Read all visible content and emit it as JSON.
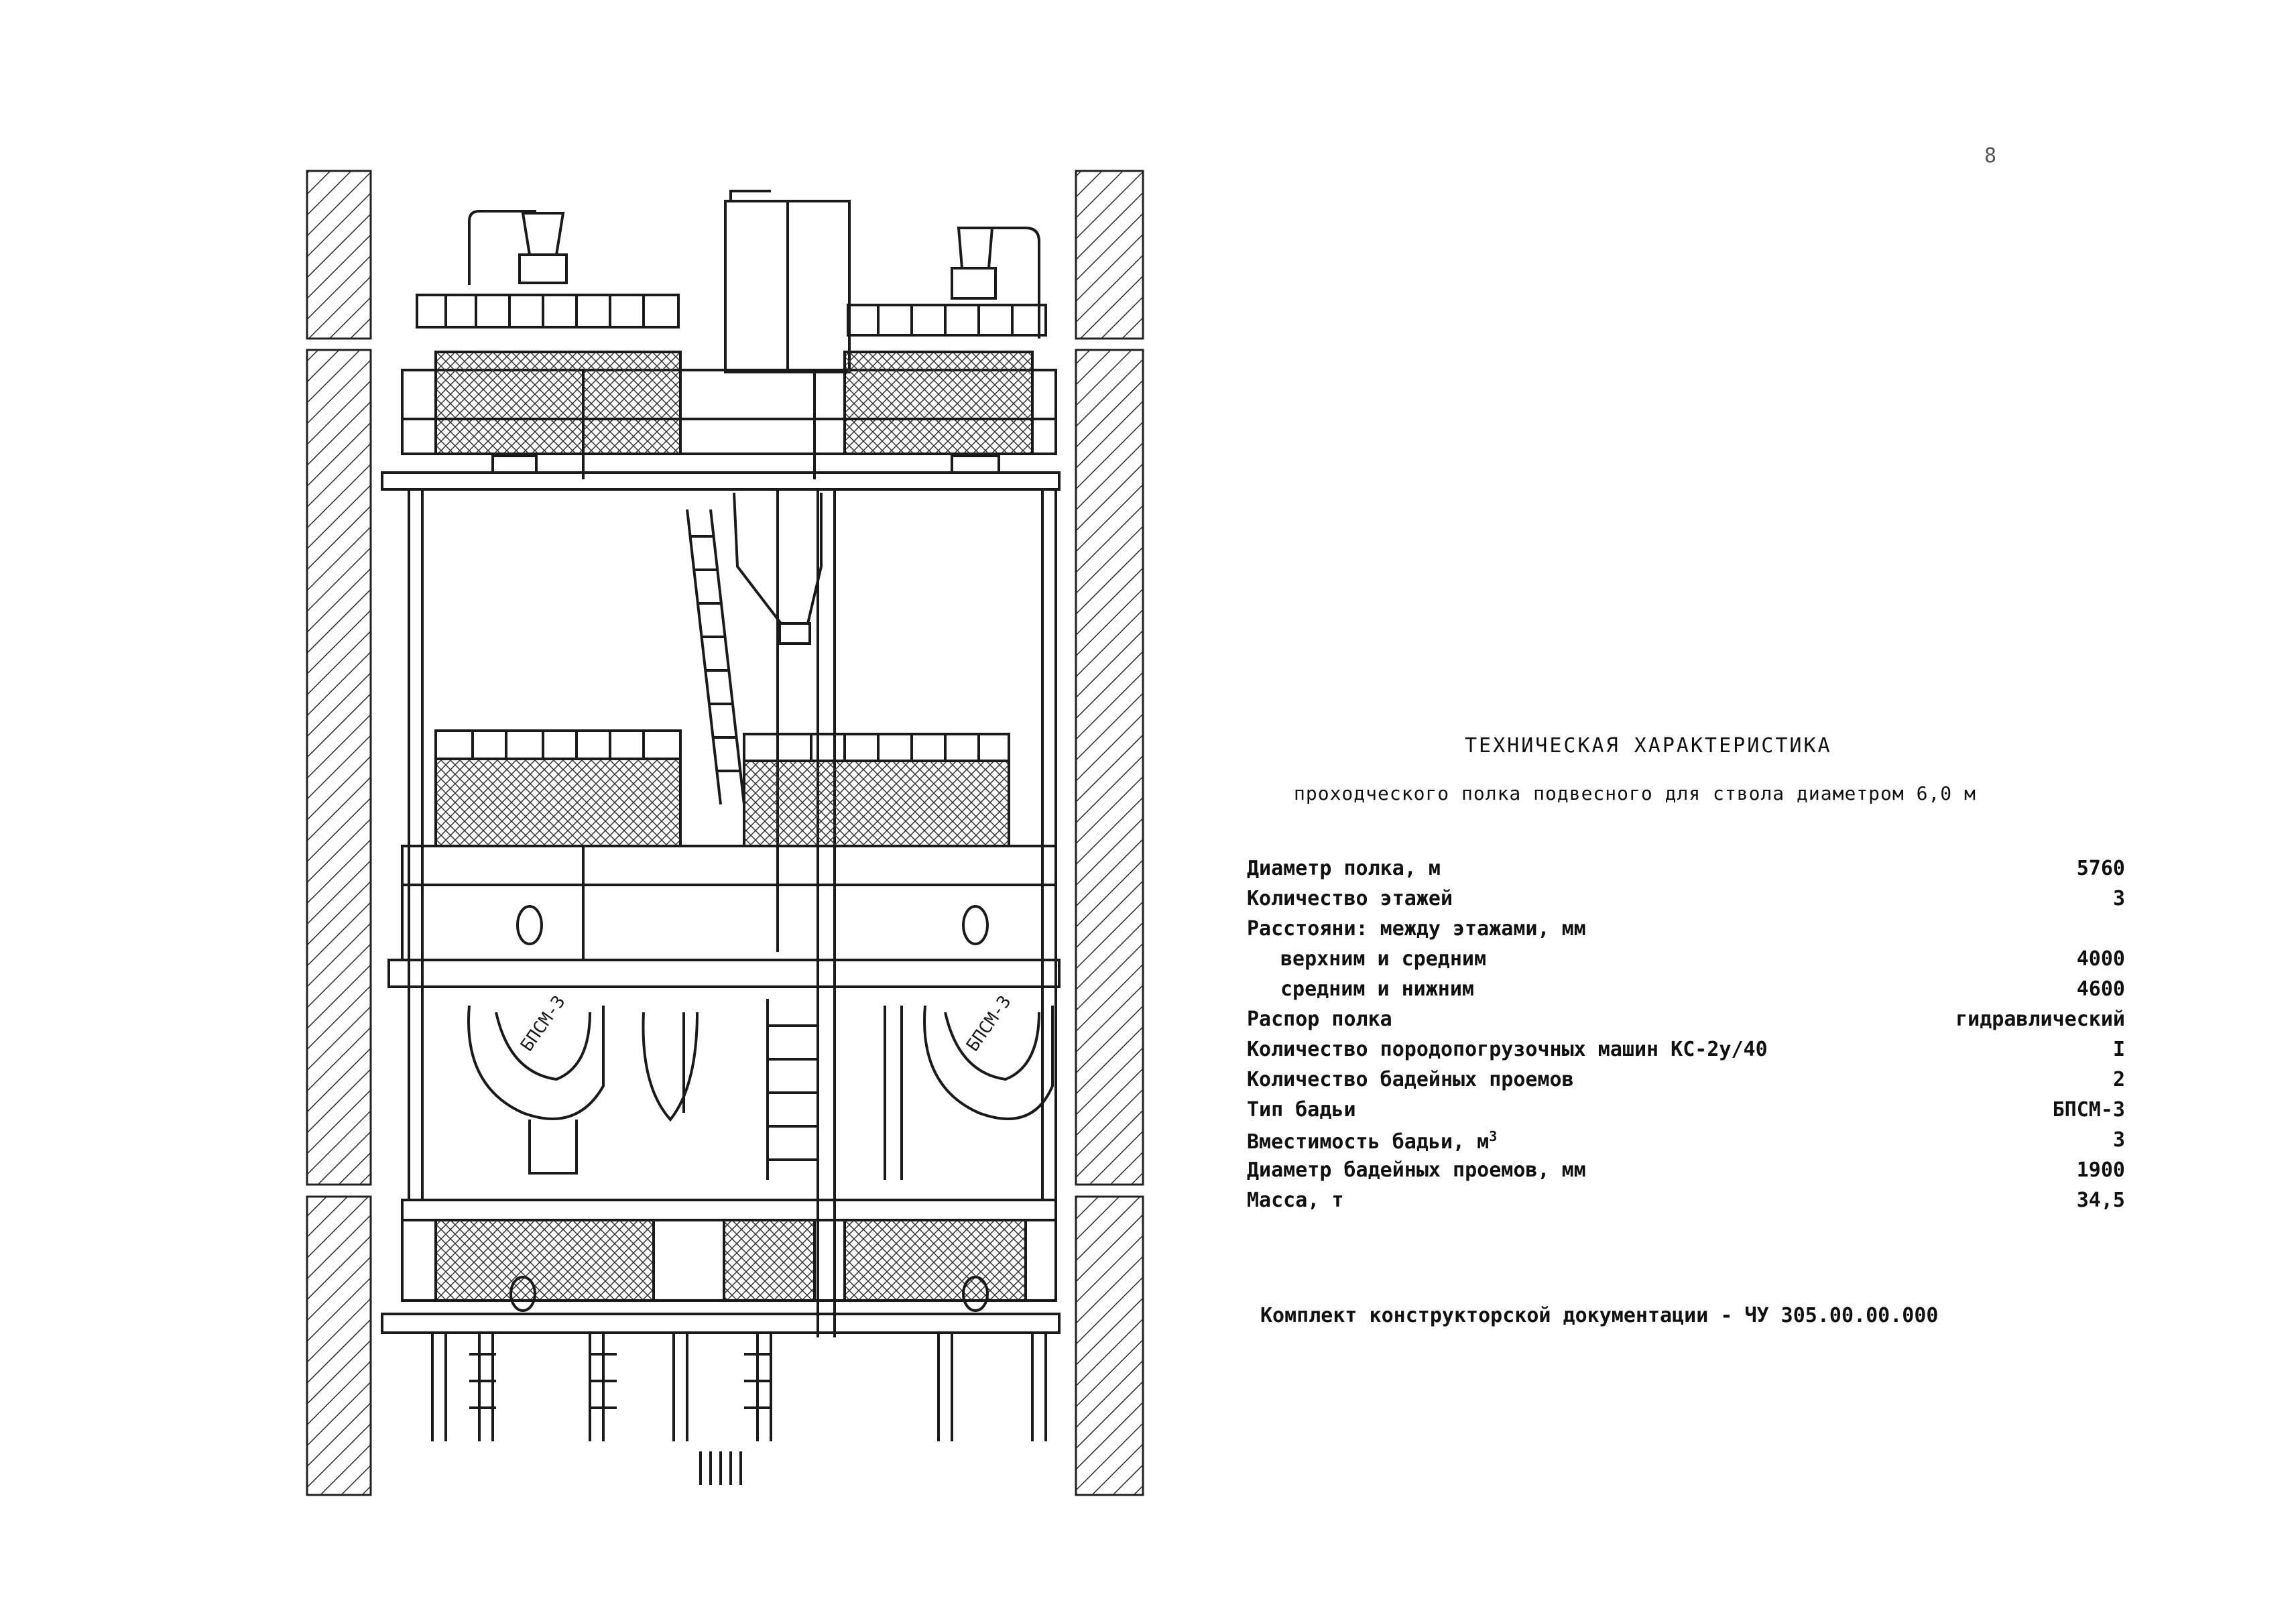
{
  "page_number": "8",
  "spec": {
    "title": "ТЕХНИЧЕСКАЯ ХАРАКТЕРИСТИКА",
    "subtitle": "проходческого полка подвесного для ствола диаметром 6,0 м",
    "rows": [
      {
        "label": "Диаметр полка, м",
        "value": "5760"
      },
      {
        "label": "Количество этажей",
        "value": "3"
      },
      {
        "label": "Расстояни: между этажами, мм",
        "value": ""
      },
      {
        "label": "верхним и средним",
        "value": "4000"
      },
      {
        "label": "средним и нижним",
        "value": "4600"
      },
      {
        "label": "Распор полка",
        "value": "гидравлический"
      },
      {
        "label": "Количество породопогрузочных машин КС-2у/40",
        "value": "I"
      },
      {
        "label": "Количество бадейных проемов",
        "value": "2"
      },
      {
        "label": "Тип бадьи",
        "value": "БПСМ-3"
      },
      {
        "label": "Вместимость бадьи, м",
        "label_sup": "3",
        "value": "3"
      },
      {
        "label": "Диаметр бадейных проемов, мм",
        "value": "1900"
      },
      {
        "label": "Масса, т",
        "value": "34,5"
      }
    ]
  },
  "footer": "Комплект конструкторской документации - ЧУ 305.00.00.000",
  "drawing": {
    "ink_color": "#1a1a1a",
    "hatch_color": "#2a2a2a",
    "bucket_labels": [
      "БПСМ-3",
      "БПСМ-3"
    ]
  }
}
